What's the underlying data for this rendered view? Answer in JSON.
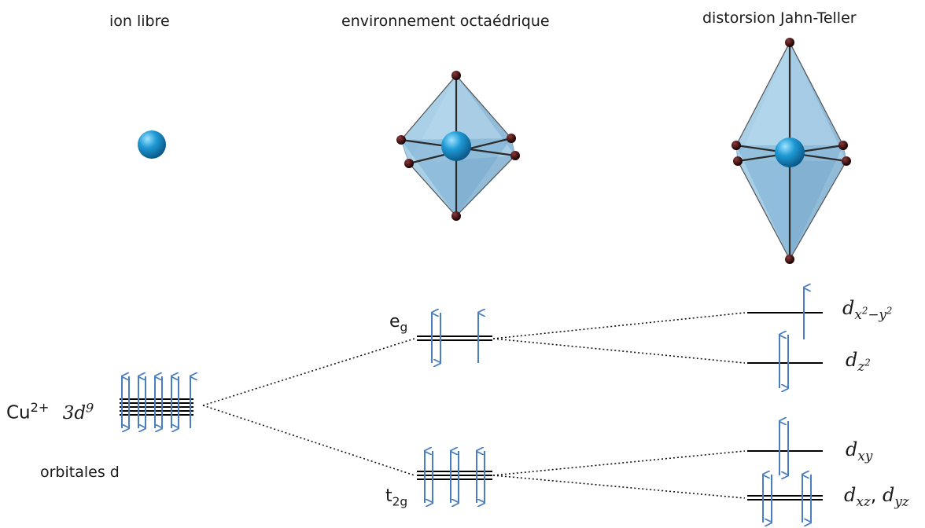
{
  "columns": {
    "free_ion": "ion libre",
    "octahedral": "environnement octaédrique",
    "jahn_teller": "distorsion  Jahn-Teller"
  },
  "ion": {
    "symbol": "Cu",
    "charge": "2+",
    "config_base": "3d",
    "config_sup": "9"
  },
  "orbitals_label": "orbitales d",
  "levels": {
    "eg": {
      "base": "e",
      "sub": "g"
    },
    "t2g": {
      "base": "t",
      "sub": "2g"
    },
    "dx2y2": {
      "d": "d",
      "sub": "x",
      "sub_sup": "2",
      "sub_mid": "−y",
      "sub_sup2": "2"
    },
    "dz2": {
      "d": "d",
      "sub": "z",
      "sub_sup": "2"
    },
    "dxy": {
      "d": "d",
      "sub": "xy"
    },
    "dxz_dyz": {
      "d1": "d",
      "sub1": "xz",
      "sep": ", ",
      "d2": "d",
      "sub2": "yz"
    }
  },
  "colors": {
    "arrow": "#4a7fbf",
    "atom_center": "#1f9ad6",
    "ligand": "#3a0a0a",
    "octahedron_fill": "#7fb8da",
    "line": "#000000"
  },
  "icons": [
    "cu-ion-sphere-icon",
    "octahedron-icon",
    "elongated-octahedron-icon",
    "spin-up-arrow-icon",
    "spin-down-arrow-icon"
  ]
}
